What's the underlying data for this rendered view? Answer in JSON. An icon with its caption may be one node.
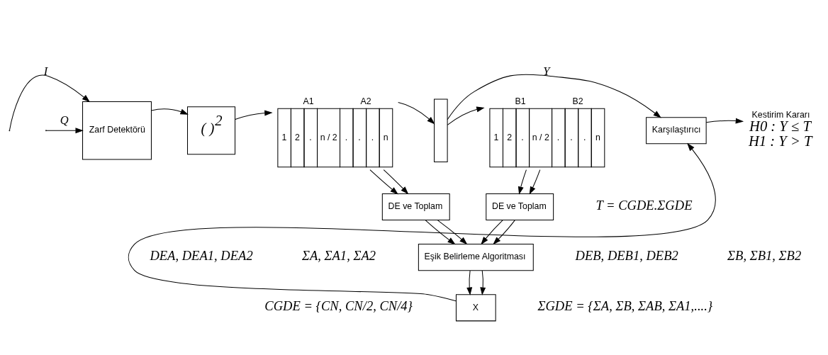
{
  "diagram": {
    "nodes": [
      {
        "text": [
          "Zarf Detektörü"
        ]
      },
      {
        "text": [
          "( )$^{2}$"
        ]
      },
      {
        "text": [
          "A1",
          "A2",
          "1",
          "2",
          ".",
          "n / 2",
          ".",
          ".",
          ".",
          "n"
        ]
      },
      {
        "text": [],
        "shape": "box"
      },
      {
        "text": [
          "B1",
          "B2",
          "1",
          "2",
          ".",
          "n / 2",
          ".",
          ".",
          ".",
          "n"
        ]
      },
      {
        "text": [
          "DE ve Toplam"
        ]
      },
      {
        "text": [
          "DE ve Toplam"
        ]
      },
      {
        "text": [
          "Eşik Belirleme Algoritması"
        ]
      },
      {
        "text": [
          "X"
        ]
      },
      {
        "text": [
          "Karşılaştırıcı"
        ]
      },
      {
        "text": [
          "Kestirim Kararı",
          "H0 : Y ≤ T",
          "H1 : Y > T"
        ]
      }
    ],
    "edges": [
      {
        "from": null,
        "to": 0,
        "arrow": "to",
        "label": "I"
      },
      {
        "from": null,
        "to": 0,
        "arrow": "to",
        "label": "Q"
      },
      {
        "from": 0,
        "to": 1,
        "arrow": "to"
      },
      {
        "from": 1,
        "to": 2,
        "arrow": "to"
      },
      {
        "from": 2,
        "to": 3,
        "arrow": "to"
      },
      {
        "from": 3,
        "to": 4,
        "arrow": "to"
      },
      {
        "from": 3,
        "to": 9,
        "arrow": "to",
        "label": "Y"
      },
      {
        "from": 2,
        "to": 5,
        "arrow": "to"
      },
      {
        "from": 2,
        "to": 5,
        "arrow": "to"
      },
      {
        "from": 4,
        "to": 6,
        "arrow": "to"
      },
      {
        "from": 4,
        "to": 6,
        "arrow": "to"
      },
      {
        "from": 5,
        "to": 7,
        "arrow": "to"
      },
      {
        "from": 5,
        "to": 7,
        "arrow": "to"
      },
      {
        "from": 6,
        "to": 7,
        "arrow": "to"
      },
      {
        "from": 6,
        "to": 7,
        "arrow": "to"
      },
      {
        "from": 7,
        "to": 8,
        "arrow": "to"
      },
      {
        "from": 7,
        "to": 8,
        "arrow": "to"
      },
      {
        "from": 8,
        "to": 9,
        "arrow": "to"
      },
      {
        "from": 9,
        "to": 10,
        "arrow": "to"
      }
    ],
    "labels": [
      "DEA, DEA1, DEA2",
      "ΣA, ΣA1, ΣA2",
      "DEB, DEB1, DEB2",
      "ΣB, ΣB1, ΣB2",
      "T = CGDE.ΣGDE",
      "CGDE = {CN, CN/2, CN/4}",
      "ΣGDE = {ΣA, ΣB, ΣAB, ΣA1,....}"
    ]
  }
}
